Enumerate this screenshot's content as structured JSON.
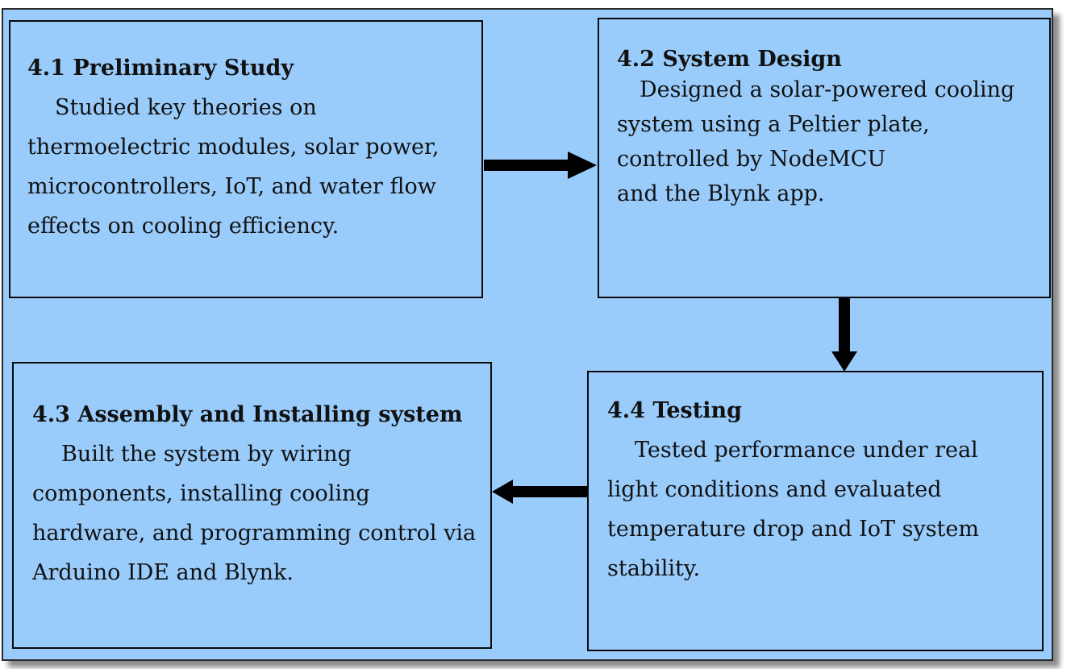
{
  "steps": [
    {
      "title": "4.1 Preliminary Study",
      "body": "Studied key theories on thermoelectric modules, solar power, microcontrollers, IoT, and water flow effects on cooling efficiency."
    },
    {
      "title": "4.2 System Design",
      "body": "Designed a solar-powered cooling system using a Peltier plate, controlled by NodeMCU\nand the Blynk app."
    },
    {
      "title": "4.3 Assembly and Installing system",
      "body": "Built the system by wiring components, installing cooling hardware, and programming control via Arduino IDE and Blynk."
    },
    {
      "title": "4.4 Testing",
      "body": "Tested performance under real light conditions and evaluated temperature drop and IoT system stability."
    }
  ],
  "colors": {
    "background": "#99ccfb",
    "border": "#0a0a0a",
    "arrow": "#000000",
    "text": "#111111"
  },
  "flow": [
    "4.1 -> 4.2",
    "4.2 -> 4.4",
    "4.4 -> 4.3"
  ]
}
